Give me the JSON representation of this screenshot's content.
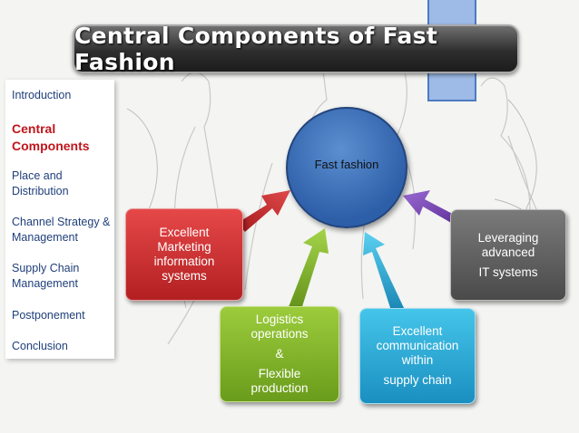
{
  "title": "Central Components of Fast Fashion",
  "sidebar": {
    "items": [
      {
        "label": "Introduction"
      },
      {
        "label": "Central Components"
      },
      {
        "label": "Place and Distribution"
      },
      {
        "label": "Channel Strategy & Management"
      },
      {
        "label": "Supply Chain Management"
      },
      {
        "label": "Postponement"
      },
      {
        "label": "Conclusion"
      }
    ],
    "active_index": 1
  },
  "center": {
    "label": "Fast fashion"
  },
  "components": {
    "marketing": {
      "lines": [
        "Excellent",
        "Marketing",
        "information",
        "systems"
      ],
      "color": "#d33a3b"
    },
    "logistics": {
      "lines": [
        "Logistics",
        "operations",
        "&",
        "Flexible",
        "production"
      ],
      "color": "#8cbf2f"
    },
    "communication": {
      "lines": [
        "Excellent",
        "communication",
        "within",
        "supply chain"
      ],
      "color": "#2fb1df"
    },
    "it": {
      "lines": [
        "Leveraging",
        "advanced",
        "IT systems"
      ],
      "color": "#5d5d5d"
    }
  },
  "colors": {
    "sidebar_link": "#1f3f7a",
    "sidebar_active": "#c0151b",
    "center_circle": "#3d6fbb",
    "arrow_red": "#c8272b",
    "arrow_green": "#7fb52a",
    "arrow_cyan": "#2aa9d8",
    "arrow_purple": "#7a45b5"
  }
}
